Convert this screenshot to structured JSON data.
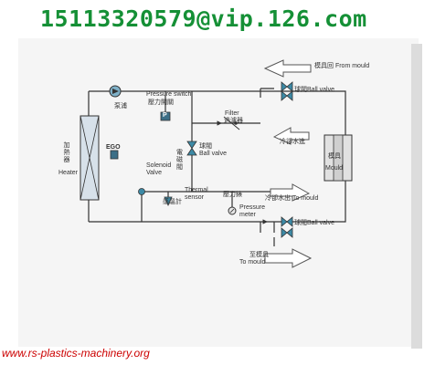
{
  "header": {
    "phone_email": "15113320579@vip.126.com"
  },
  "footer": {
    "website": "www.rs-plastics-machinery.org"
  },
  "diagram": {
    "from_mould_top": "模具回 From mould",
    "ball_valve_top": "球閥Ball valve",
    "pump": "泵浦",
    "pressure_switch_en": "Pressure switch",
    "pressure_switch_cn": "壓力開關",
    "pressure_switch_symbol": "P",
    "filter_en": "Filter",
    "filter_cn": "過濾器",
    "cooling_water_in": "冷卻水進",
    "heater_cn": "加熱器",
    "heater_en": "Heater",
    "ego": "EGO",
    "ball_valve_mid_cn": "球閥",
    "ball_valve_mid_en": "Ball valve",
    "solenoid_en": "Solenoid Valve",
    "solenoid_cn": "電磁閥",
    "mould_cn": "模具",
    "mould_en": "Mould",
    "thermal_cn": "感溫計",
    "thermal_en": "Thermal sensor",
    "pressure_meter_cn": "壓力錶",
    "pressure_meter_en": "Pressure meter",
    "cooling_water_out": "冷卻水出 To mould",
    "ball_valve_bottom": "球閥Ball valve",
    "to_mould_cn": "至模具",
    "to_mould_en": "To mould"
  }
}
